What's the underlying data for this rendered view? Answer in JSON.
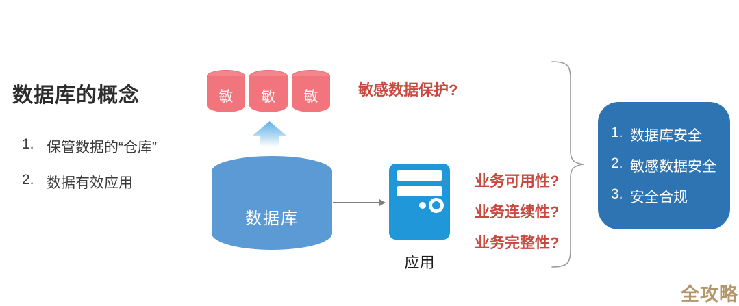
{
  "slide": {
    "title": "数据库的概念",
    "concept_items": [
      {
        "num": "1.",
        "text": "保管数据的“仓库”"
      },
      {
        "num": "2.",
        "text": "数据有效应用"
      }
    ],
    "sensitive_label": "敏",
    "database_label": "数据库",
    "app_label": "应用",
    "question_sensitive": "敏感数据保护?",
    "questions_business": [
      "业务可用性?",
      "业务连续性?",
      "业务完整性?"
    ],
    "summary_items": [
      {
        "num": "1.",
        "text": "数据库安全"
      },
      {
        "num": "2.",
        "text": "敏感数据安全"
      },
      {
        "num": "3.",
        "text": "安全合规"
      }
    ],
    "watermark": "全攻略",
    "colors": {
      "sensitive_cylinder": "#f2757d",
      "sensitive_cylinder_light": "#f4858d",
      "database_cylinder": "#5b9ad5",
      "app_icon": "#1f97d8",
      "summary_box": "#2e74b3",
      "question_red": "#c7493f",
      "watermark_gold": "#b4966a"
    }
  }
}
